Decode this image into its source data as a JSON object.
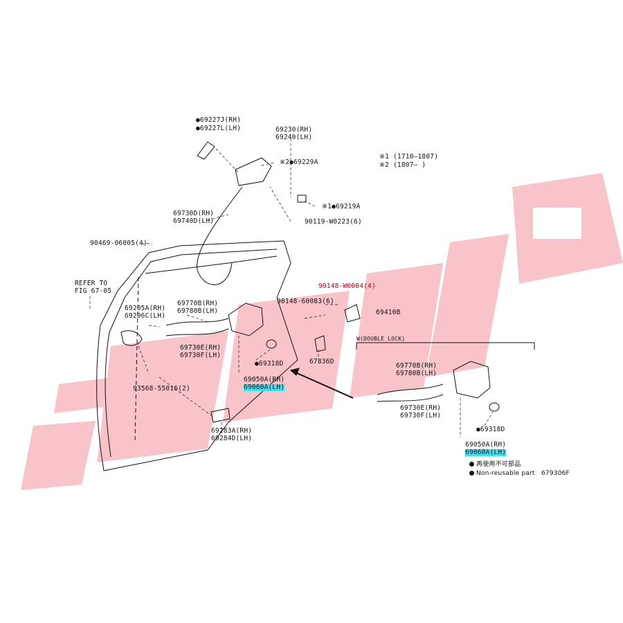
{
  "notes": {
    "n1": "※1 (1710–1807)",
    "n2": "※2 (1807–      )"
  },
  "parts": {
    "p69227J": "●69227J(RH)",
    "p69227L": "●69227L(LH)",
    "p69230": "69230(RH)",
    "p69240": "69240(LH)",
    "p69229A": "※2●69229A",
    "p69219A": "※1●69219A",
    "p90119": "90119-W0223(6)",
    "p69730D": "69730D(RH)",
    "p69740D": "69740D(LH)",
    "p90469": "90469-06005(4)",
    "refer1": "REFER TO",
    "refer2": "FIG 67-05",
    "p69205A": "69205A(RH)",
    "p69206C": "69206C(LH)",
    "p69770B_a": "69770B(RH)",
    "p69780B_a": "69780B(LH)",
    "p69730E_a": "69730E(RH)",
    "p69730F_a": "69730F(LH)",
    "p90148a": "90148-W0004(4)",
    "p90148b": "90148-60083(6)",
    "p69410B": "69410B",
    "p69318D_a": "●69318D",
    "p67836D": "67836D",
    "p69050A_a": "69050A(RH)",
    "p69060A_a": "69060A(LH)",
    "p93568": "93568-55016(2)",
    "p69283A": "69283A(RH)",
    "p69284D": "69284D(LH)",
    "double_lock": "W(DOUBLE LOCK)",
    "p69770B_b": "69770B(RH)",
    "p69780B_b": "69780B(LH)",
    "p69730E_b": "69730E(RH)",
    "p69730F_b": "69730F(LH)",
    "p69318D_b": "●69318D",
    "p69050A_b": "69050A(RH)",
    "p69060A_b": "69060A(LH)"
  },
  "legend": {
    "cn": "再使用不可部品",
    "en": "Non-reusable part",
    "code": "679306F"
  },
  "colors": {
    "watermark": "#f7b9c0",
    "highlight": "#3fe0f0",
    "red_text": "#b0001a"
  }
}
